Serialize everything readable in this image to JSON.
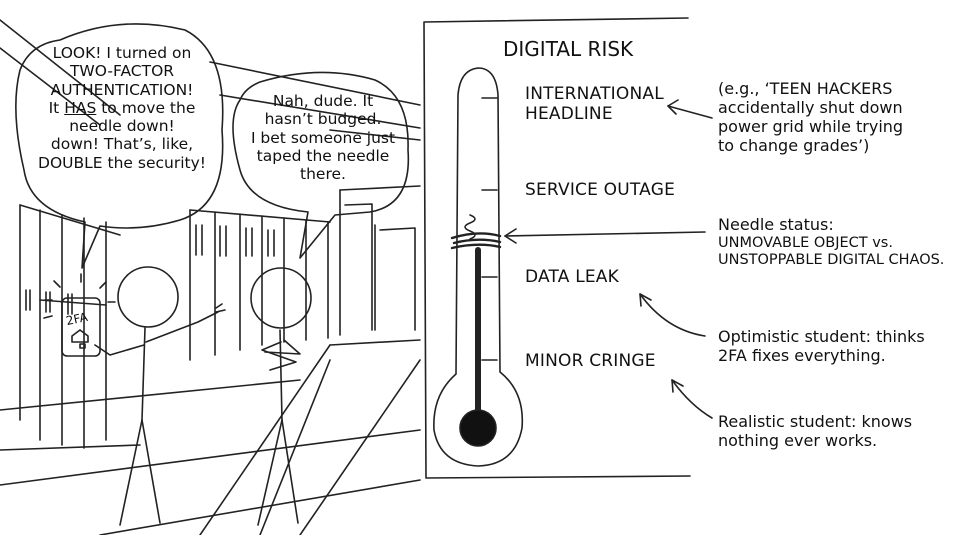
{
  "left_bubble": {
    "line1": "LOOK! I turned on",
    "line2": "TWO-FACTOR",
    "line3": "AUTHENTICATION!",
    "line4_pre": "It ",
    "line4_emph": "HAS",
    "line4_post": " to move the",
    "line5": "needle down!",
    "line6": "down! That’s, like,",
    "line7": "DOUBLE the security!"
  },
  "right_bubble": {
    "line1": "Nah, dude. It",
    "line2": "hasn’t budged.",
    "line3": "I bet someone just",
    "line4": "taped the needle",
    "line5": "there."
  },
  "phone_label": "2FA",
  "gauge": {
    "title": "DIGITAL RISK",
    "levels": [
      {
        "line1": "INTERNATIONAL",
        "line2": "HEADLINE"
      },
      {
        "line1": "SERVICE OUTAGE",
        "line2": ""
      },
      {
        "line1": "DATA LEAK",
        "line2": ""
      },
      {
        "line1": "MINOR CRINGE",
        "line2": ""
      }
    ]
  },
  "annotations": {
    "headline_note": [
      "(e.g., ‘TEEN HACKERS",
      "accidentally shut down",
      "power grid while trying",
      "to change grades’)"
    ],
    "needle_note": [
      "Needle status:",
      "UNMOVABLE OBJECT vs.",
      "UNSTOPPABLE DIGITAL CHAOS."
    ],
    "optimist_note": [
      "Optimistic student: thinks",
      "2FA fixes everything."
    ],
    "realist_note": [
      "Realistic student: knows",
      "nothing ever works."
    ]
  }
}
